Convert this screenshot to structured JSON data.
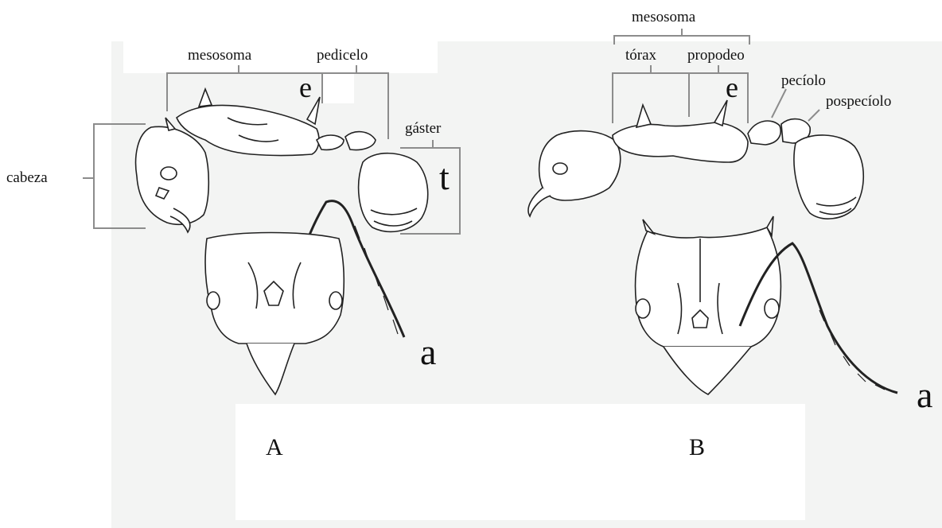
{
  "labels": {
    "mesosoma_a": "mesosoma",
    "pedicelo": "pedicelo",
    "e_a": "e",
    "cabeza": "cabeza",
    "gaster": "gáster",
    "t": "t",
    "a_a": "a",
    "panel_a": "A",
    "mesosoma_b": "mesosoma",
    "torax": "tórax",
    "propodeo": "propodeo",
    "e_b": "e",
    "peciolo": "pecíolo",
    "pospeciolo": "pospecíolo",
    "a_b": "a",
    "panel_b": "B"
  },
  "colors": {
    "bracket": "#8c8c8c",
    "drawing": "#222222",
    "background": "#f3f4f3"
  }
}
